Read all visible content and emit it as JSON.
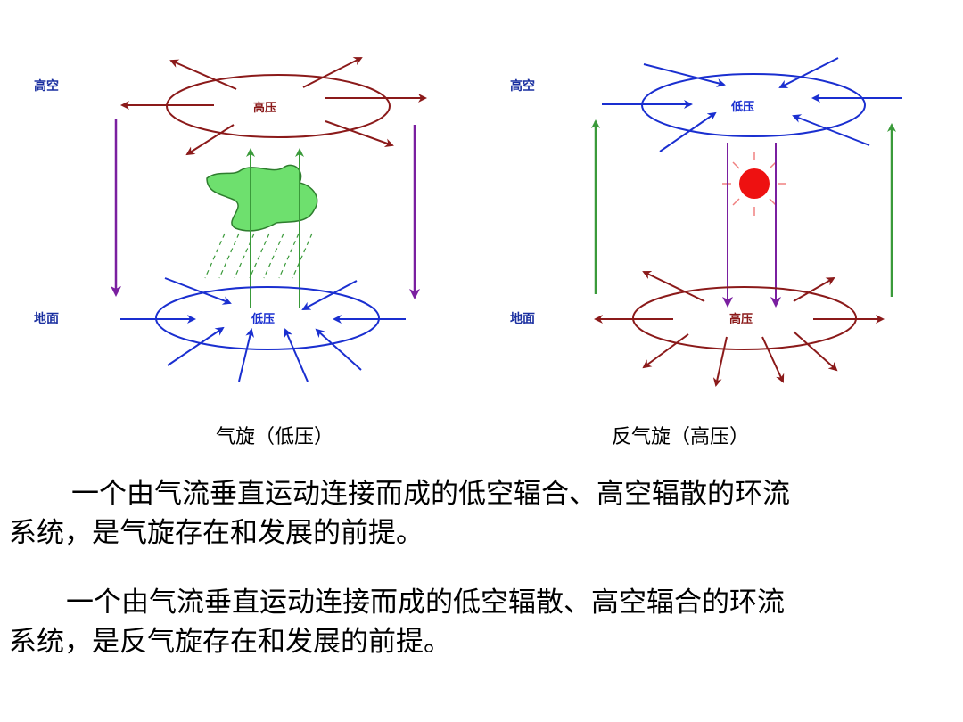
{
  "diagram": {
    "left": {
      "level_upper": "高空",
      "level_ground": "地面",
      "upper_center": "高压",
      "ground_center": "低压",
      "caption": "气旋（低压）"
    },
    "right": {
      "level_upper": "高空",
      "level_ground": "地面",
      "upper_center": "低压",
      "ground_center": "高压",
      "caption": "反气旋（高压）"
    },
    "colors": {
      "divergence": "#8b1a1a",
      "convergence": "#1a2fd0",
      "descending": "#7a1fa0",
      "ascending": "#3a9a3a",
      "cloud": "#6ee06e",
      "sun": "#ee1111"
    }
  },
  "text": {
    "para1_line1": "一个由气流垂直运动连接而成的低空辐合、高空辐散的环流",
    "para1_line2": "系统，是气旋存在和发展的前提。",
    "para2_line1": "一个由气流垂直运动连接而成的低空辐散、高空辐合的环流",
    "para2_line2": "系统，是反气旋存在和发展的前提。"
  }
}
